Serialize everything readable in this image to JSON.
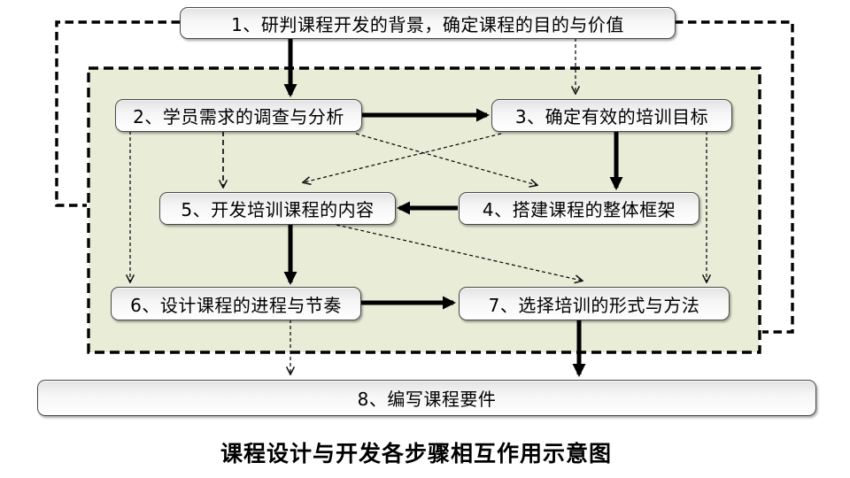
{
  "diagram": {
    "caption": "课程设计与开发各步骤相互作用示意图",
    "nodes": {
      "n1": "1、研判课程开发的背景，确定课程的目的与价值",
      "n2": "2、学员需求的调查与分析",
      "n3": "3、确定有效的培训目标",
      "n4": "4、搭建课程的整体框架",
      "n5": "5、开发培训课程的内容",
      "n6": "6、设计课程的进程与节奏",
      "n7": "7、选择培训的形式与方法",
      "n8": "8、编写课程要件"
    },
    "edges": [
      {
        "from": "n1",
        "to": "n2",
        "style": "solid-arrow"
      },
      {
        "from": "n2",
        "to": "n3",
        "style": "solid-arrow"
      },
      {
        "from": "n3",
        "to": "n4",
        "style": "solid-arrow"
      },
      {
        "from": "n4",
        "to": "n5",
        "style": "solid-arrow"
      },
      {
        "from": "n5",
        "to": "n6",
        "style": "solid-arrow"
      },
      {
        "from": "n6",
        "to": "n7",
        "style": "solid-arrow"
      },
      {
        "from": "n7",
        "to": "n8",
        "style": "solid-arrow"
      },
      {
        "from": "n1",
        "to": "n3",
        "style": "dashed-arrow"
      },
      {
        "from": "n2",
        "to": "n5",
        "style": "dashed-arrow"
      },
      {
        "from": "n2",
        "to": "n6",
        "style": "dashed-arrow"
      },
      {
        "from": "n2",
        "to": "n4",
        "style": "dashed-arrow-diagonal"
      },
      {
        "from": "n3",
        "to": "n5",
        "style": "dashed-arrow-diagonal"
      },
      {
        "from": "n3",
        "to": "n7",
        "style": "dashed-arrow"
      },
      {
        "from": "n5",
        "to": "n7",
        "style": "dashed-arrow-diagonal"
      },
      {
        "from": "n6",
        "to": "n8",
        "style": "dashed-arrow"
      },
      {
        "from": "n1",
        "to": "stage-border-left",
        "style": "dashed-connector"
      },
      {
        "from": "n1",
        "to": "stage-border-right",
        "style": "dashed-connector"
      }
    ],
    "colors": {
      "stage_fill": "#e9edd8",
      "stage_border": "#000000",
      "arrow": "#000000",
      "box_border": "#4a4a4a",
      "background": "#ffffff"
    }
  }
}
